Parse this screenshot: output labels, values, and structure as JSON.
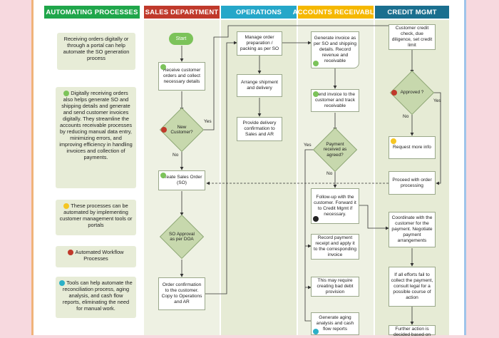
{
  "headers": {
    "automating": "AUTOMATING PROCESSES",
    "sales": "SALES DEPARTMENT",
    "operations": "OPERATIONS",
    "ar": "ACCOUNTS RECEIVABLE",
    "credit": "CREDIT MGMT"
  },
  "colors": {
    "automating": "#1fa64a",
    "sales": "#c0392b",
    "operations": "#25a7c9",
    "ar": "#f5b800",
    "credit": "#1a6f8f"
  },
  "notes": {
    "n1": "Receiving orders digitally or through a portal can help automate the SO generation process",
    "n2": "Digitally receiving orders also helps generate SO and shipping details and generate and send customer invoices digitally. They streamline the accounts receivable processes by reducing manual data entry, minimizing errors, and improving efficiency in handling invoices and collection of payments.",
    "n3": "These processes can be automated by implementing customer management tools or portals",
    "n4": "Automated Workflow Processes",
    "n5": "Tools can help automate the reconciliation process, aging analysis, and cash flow reports, eliminating the need for manual work."
  },
  "sales": {
    "start": "Start",
    "receive": "Receive customer orders and collect necessary details",
    "new_customer": "New Customer?",
    "yes": "Yes",
    "no": "No",
    "create_so": "Create Sales Order (SO)",
    "so_approval": "SO Approval as per DOA",
    "order_confirm": "Order confirmation to the customer. Copy to Operations and AR"
  },
  "operations": {
    "manage": "Manage order preparation / packing as per SO",
    "arrange": "Arrange shipment and delivery",
    "provide": "Provide delivery confirmation to Sales and AR"
  },
  "ar": {
    "generate_invoice": "Generate invoice as per SO and shipping details. Record revenue and receivable",
    "send_invoice": "Send invoice to the customer and track receivable",
    "payment_received": "Payment received as agreed?",
    "yes": "Yes",
    "no": "No",
    "followup": "Follow-up with the customer. Forward it to Credit Mgmt if necessary.",
    "record_payment": "Record payment receipt and apply it to the corresponding invoice",
    "bad_debt": "This may require creating bad debt provision",
    "aging": "Generate aging analysis and cash flow reports"
  },
  "credit": {
    "check": "Customer credit check, due diligence, set credit limit",
    "approved": "Approved ?",
    "yes": "Yes",
    "no": "No",
    "request_more": "Request more info",
    "proceed": "Proceed with order processing",
    "coordinate": "Coordinate with the customer for the payment. Negotiate payment arrangements",
    "efforts_fail": "If all efforts fail to collect the payment, consult legal for a possible course of action",
    "further": "Further action is decided based on"
  }
}
